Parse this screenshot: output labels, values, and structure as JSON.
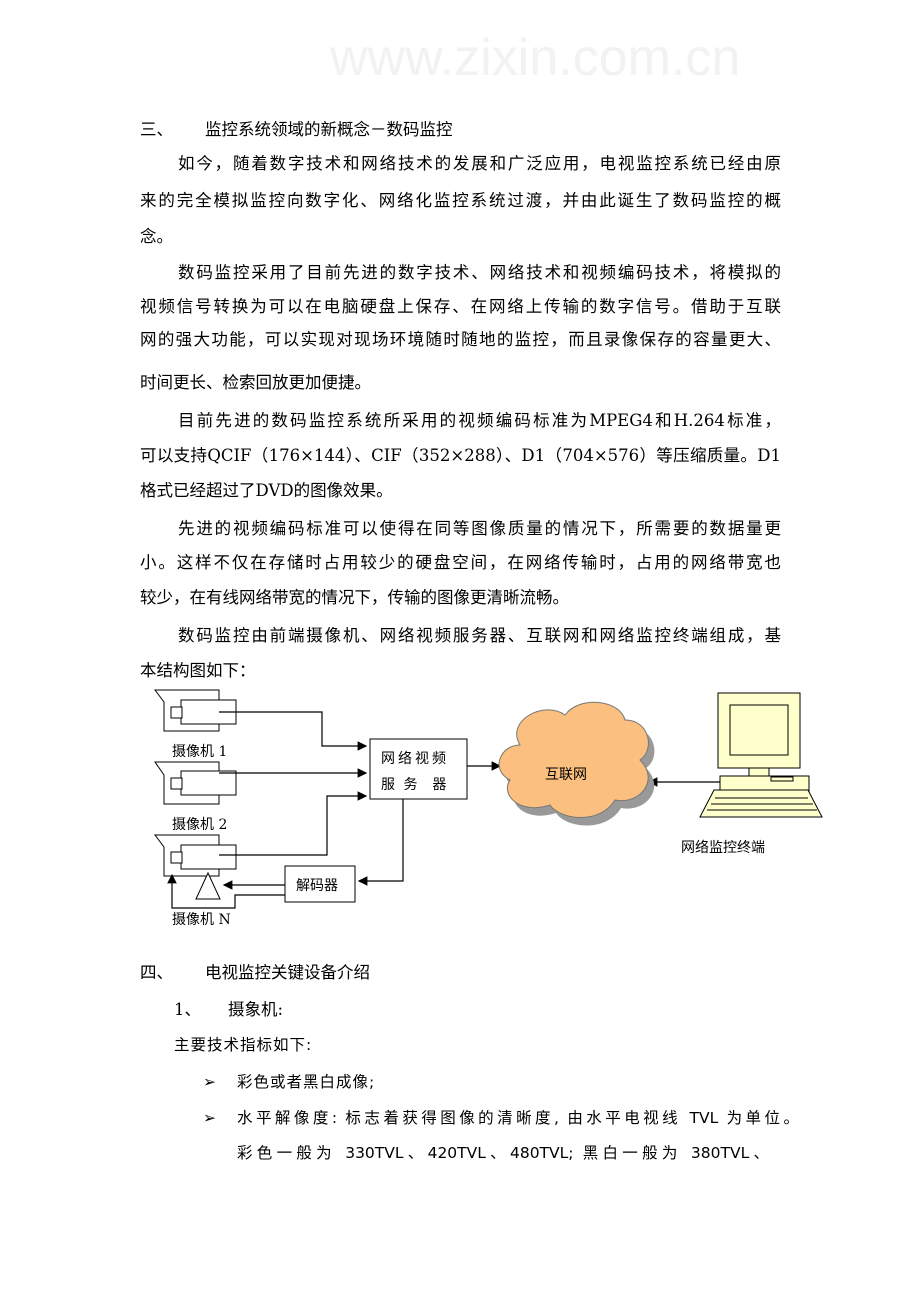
{
  "watermark": "www.zixin.com.cn",
  "section3": {
    "number": "三、",
    "title": "监控系统领域的新概念－数码监控",
    "paragraphs": [
      [
        "如今，随着数字技术和网络技术的发展和广泛应用，电视监控系统已经由原",
        "来的完全模拟监控向数字化、网络化监控系统过渡，并由此诞生了数码监控的概",
        "念。"
      ],
      [
        "数码监控采用了目前先进的数字技术、网络技术和视频编码技术，将模拟的",
        "视频信号转换为可以在电脑硬盘上保存、在网络上传输的数字信号。借助于互联",
        "网的强大功能，可以实现对现场环境随时随地的监控，而且录像保存的容量更大、",
        "时间更长、检索回放更加便捷。"
      ],
      [
        "目前先进的数码监控系统所采用的视频编码标准为MPEG4和H.264标准，",
        "可以支持QCIF（176×144）、CIF（352×288）、D1（704×576）等压缩质量。D1",
        "格式已经超过了DVD的图像效果。"
      ],
      [
        "先进的视频编码标准可以使得在同等图像质量的情况下，所需要的数据量更",
        "小。这样不仅在存储时占用较少的硬盘空间，在网络传输时，占用的网络带宽也",
        "较少，在有线网络带宽的情况下，传输的图像更清晰流畅。"
      ],
      [
        "数码监控由前端摄像机、网络视频服务器、互联网和网络监控终端组成，基",
        "本结构图如下："
      ]
    ]
  },
  "diagram": {
    "camera1": "摄像机 1",
    "camera2": "摄像机 2",
    "cameraN": "摄像机 N",
    "server_line1": "网络视频",
    "server_line2": "服 务  器",
    "internet": "互联网",
    "decoder": "解码器",
    "terminal": "网络监控终端",
    "colors": {
      "cloud": "#fbbf7f",
      "cloud_shadow": "#999999",
      "computer": "#ffffcc"
    }
  },
  "section4": {
    "number": "四、",
    "title": "电视监控关键设备介绍",
    "item1_number": "1、",
    "item1_title": "摄象机:",
    "intro": "主要技术指标如下:",
    "bullets": [
      {
        "lines": [
          "彩色或者黑白成像;"
        ]
      },
      {
        "lines": [
          "水平解像度: 标志着获得图像的清晰度, 由水平电视线 TVL 为单位。",
          "彩色一般为 330TVL、420TVL、480TVL; 黑白一般为 380TVL、"
        ]
      }
    ]
  }
}
